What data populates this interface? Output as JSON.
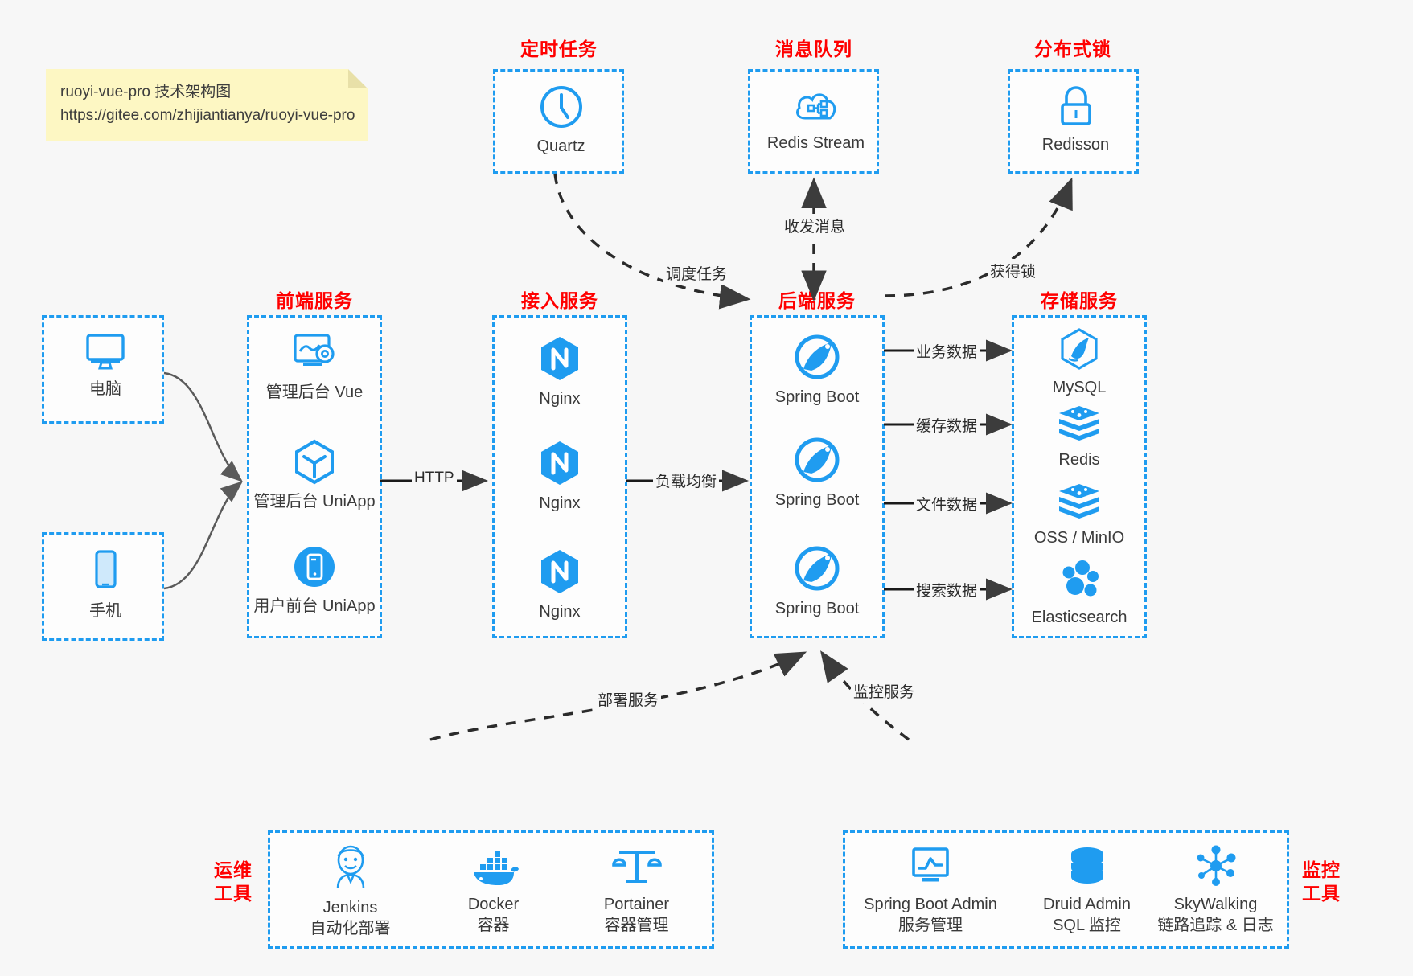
{
  "note": {
    "line1": "ruoyi-vue-pro 技术架构图",
    "line2": "https://gitee.com/zhijiantianya/ruoyi-vue-pro"
  },
  "colors": {
    "accent_blue": "#1f9cf0",
    "title_red": "#ff0000",
    "note_yellow": "#fdf7c3",
    "background": "#f7f7f7",
    "edge_gray": "#555555",
    "caption_gray": "#3a3a3a"
  },
  "groups": {
    "scheduled_task": {
      "title": "定时任务",
      "nodes": [
        {
          "label": "Quartz",
          "icon": "clock-icon"
        }
      ]
    },
    "message_queue": {
      "title": "消息队列",
      "nodes": [
        {
          "label": "Redis Stream",
          "icon": "cloud-network-icon"
        }
      ]
    },
    "distributed_lock": {
      "title": "分布式锁",
      "nodes": [
        {
          "label": "Redisson",
          "icon": "lock-icon"
        }
      ]
    },
    "clients": {
      "nodes": [
        {
          "label": "电脑",
          "icon": "desktop-monitor-icon"
        },
        {
          "label": "手机",
          "icon": "smartphone-icon"
        }
      ]
    },
    "frontend": {
      "title": "前端服务",
      "nodes": [
        {
          "label": "管理后台 Vue",
          "icon": "dashboard-gear-icon"
        },
        {
          "label": "管理后台 UniApp",
          "icon": "cube-icon"
        },
        {
          "label": "用户前台 UniApp",
          "icon": "mobile-circle-icon"
        }
      ]
    },
    "gateway": {
      "title": "接入服务",
      "nodes": [
        {
          "label": "Nginx",
          "icon": "nginx-icon"
        },
        {
          "label": "Nginx",
          "icon": "nginx-icon"
        },
        {
          "label": "Nginx",
          "icon": "nginx-icon"
        }
      ]
    },
    "backend": {
      "title": "后端服务",
      "nodes": [
        {
          "label": "Spring Boot",
          "icon": "spring-leaf-icon"
        },
        {
          "label": "Spring Boot",
          "icon": "spring-leaf-icon"
        },
        {
          "label": "Spring Boot",
          "icon": "spring-leaf-icon"
        }
      ]
    },
    "storage": {
      "title": "存储服务",
      "nodes": [
        {
          "label": "MySQL",
          "icon": "mysql-dolphin-icon"
        },
        {
          "label": "Redis",
          "icon": "redis-stack-icon"
        },
        {
          "label": "OSS / MinIO",
          "icon": "redis-stack-icon"
        },
        {
          "label": "Elasticsearch",
          "icon": "elasticsearch-icon"
        }
      ]
    },
    "devops": {
      "title_line1": "运维",
      "title_line2": "工具",
      "nodes": [
        {
          "label": "Jenkins",
          "sub": "自动化部署",
          "icon": "jenkins-butler-icon"
        },
        {
          "label": "Docker",
          "sub": "容器",
          "icon": "docker-whale-icon"
        },
        {
          "label": "Portainer",
          "sub": "容器管理",
          "icon": "scales-icon"
        }
      ]
    },
    "monitoring": {
      "title_line1": "监控",
      "title_line2": "工具",
      "nodes": [
        {
          "label": "Spring Boot Admin",
          "sub": "服务管理",
          "icon": "monitor-chart-icon"
        },
        {
          "label": "Druid Admin",
          "sub": "SQL 监控",
          "icon": "database-cylinder-icon"
        },
        {
          "label": "SkyWalking",
          "sub": "链路追踪 & 日志",
          "icon": "network-nodes-icon"
        }
      ]
    }
  },
  "edges": [
    {
      "id": "schedule",
      "label": "调度任务"
    },
    {
      "id": "mq",
      "label": "收发消息"
    },
    {
      "id": "lock",
      "label": "获得锁"
    },
    {
      "id": "http",
      "label": "HTTP"
    },
    {
      "id": "lb",
      "label": "负载均衡"
    },
    {
      "id": "biz_data",
      "label": "业务数据"
    },
    {
      "id": "cache_data",
      "label": "缓存数据"
    },
    {
      "id": "file_data",
      "label": "文件数据"
    },
    {
      "id": "search_data",
      "label": "搜索数据"
    },
    {
      "id": "deploy",
      "label": "部署服务"
    },
    {
      "id": "monitor",
      "label": "监控服务"
    }
  ]
}
